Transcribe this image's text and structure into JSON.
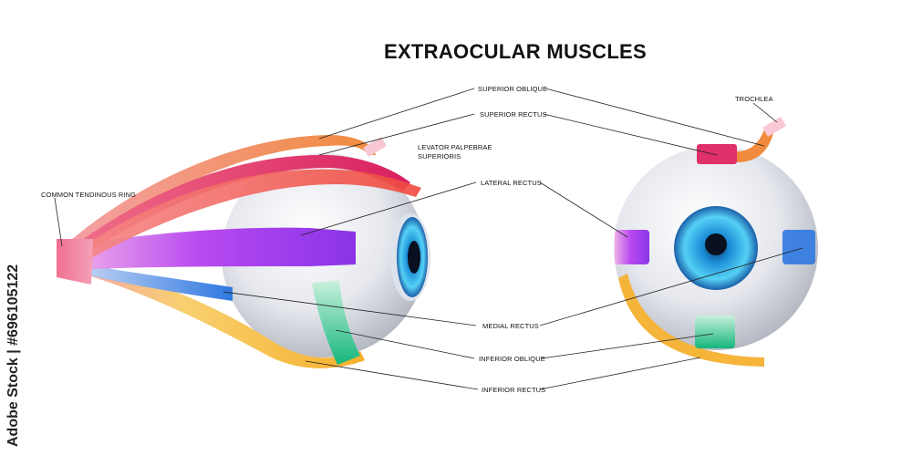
{
  "title": "EXTRAOCULAR MUSCLES",
  "watermark": "Adobe Stock | #696105122",
  "labels": {
    "superior_oblique": "SUPERIOR  OBLIQUE",
    "superior_rectus": "SUPERIOR RECTUS",
    "levator_line1": "LEVATOR PALPEBRAE",
    "levator_line2": "SUPERIORIS",
    "lateral_rectus": "LATERAL RECTUS",
    "common_tendinous_ring": "COMMON TENDINOUS RING",
    "medial_rectus": "MEDIAL RECTUS",
    "inferior_oblique": "INFERIOR OBLIQUE",
    "inferior_rectus": "INFERIOR RECTUS",
    "trochlea": "TROCHLEA"
  },
  "colors": {
    "superior_oblique": "#f08a3c",
    "superior_rectus": "#e0306a",
    "levator": "#f05a5a",
    "lateral_rectus": "#9a3cf0",
    "medial_rectus": "#2f78e0",
    "inferior_oblique": "#1fbf86",
    "inferior_rectus": "#f5b43a",
    "ring": "#f07090",
    "iris": "#1aa0e0"
  }
}
